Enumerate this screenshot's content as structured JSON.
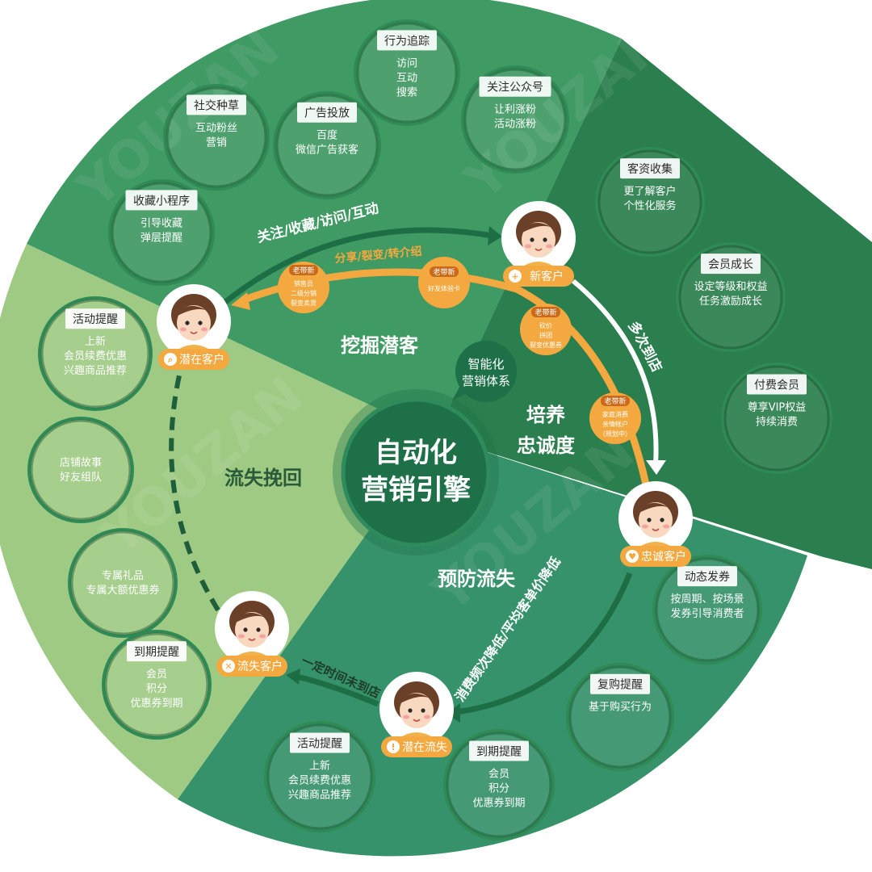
{
  "colors": {
    "outer_green": "#3f9a63",
    "dark_green": "#2b7e4d",
    "light_green": "#9fca83",
    "mid_green": "#36926a",
    "center_green": "#1e7048",
    "orange": "#f3a93f",
    "white": "#ffffff"
  },
  "center": {
    "line1": "自动化",
    "line2": "营销引擎",
    "sub_line1": "智能化",
    "sub_line2": "营销体系"
  },
  "sectors": {
    "dig": "挖掘潜客",
    "cultivate_line1": "培养",
    "cultivate_line2": "忠诚度",
    "prevent": "预防流失",
    "recover": "流失挽回"
  },
  "customers": {
    "potential": "潜在客户",
    "new": "新客户",
    "loyal": "忠诚客户",
    "churn_risk": "潜在流失",
    "lost": "流失客户"
  },
  "flows": {
    "top": "关注/收藏/访问/互动",
    "share": "分享/裂变/转介绍",
    "repeat": "多次到店",
    "decline": "消费频次降低/平均客单价降低",
    "timeout": "一定时间未到店"
  },
  "referral_badges": [
    {
      "tag": "老带新",
      "lines": [
        "销售员",
        "二级分销",
        "裂变卖货"
      ]
    },
    {
      "tag": "老带新",
      "lines": [
        "好友体验卡"
      ]
    },
    {
      "tag": "老带新",
      "lines": [
        "砍价",
        "拼团",
        "裂变优惠券"
      ]
    },
    {
      "tag": "老带新",
      "lines": [
        "家庭消费",
        "亲情帐户",
        "（规划中）"
      ]
    }
  ],
  "bubbles": [
    {
      "title": "行为追踪",
      "lines": [
        "访问",
        "互动",
        "搜索"
      ]
    },
    {
      "title": "社交种草",
      "lines": [
        "互动粉丝",
        "营销"
      ]
    },
    {
      "title": "广告投放",
      "lines": [
        "百度",
        "微信广告获客"
      ]
    },
    {
      "title": "关注公众号",
      "lines": [
        "让利涨粉",
        "活动涨粉"
      ]
    },
    {
      "title": "收藏小程序",
      "lines": [
        "引导收藏",
        "弹层提醒"
      ]
    },
    {
      "title": "客资收集",
      "lines": [
        "更了解客户",
        "个性化服务"
      ]
    },
    {
      "title": "会员成长",
      "lines": [
        "设定等级和权益",
        "任务激励成长"
      ]
    },
    {
      "title": "付费会员",
      "lines": [
        "尊享VIP权益",
        "持续消费"
      ]
    },
    {
      "title": "活动提醒",
      "lines": [
        "上新",
        "会员续费优惠",
        "兴趣商品推荐"
      ]
    },
    {
      "title": "",
      "lines": [
        "店铺故事",
        "好友组队"
      ]
    },
    {
      "title": "",
      "lines": [
        "专属礼品",
        "专属大额优惠券"
      ]
    },
    {
      "title": "到期提醒",
      "lines": [
        "会员",
        "积分",
        "优惠券到期"
      ]
    },
    {
      "title": "动态发券",
      "lines": [
        "按周期、按场景",
        "发券引导消费者"
      ]
    },
    {
      "title": "复购提醒",
      "lines": [
        "基于购买行为"
      ]
    },
    {
      "title": "活动提醒",
      "lines": [
        "上新",
        "会员续费优惠",
        "兴趣商品推荐"
      ]
    },
    {
      "title": "到期提醒",
      "lines": [
        "会员",
        "积分",
        "优惠券到期"
      ]
    }
  ],
  "watermark": "YOUZAN"
}
